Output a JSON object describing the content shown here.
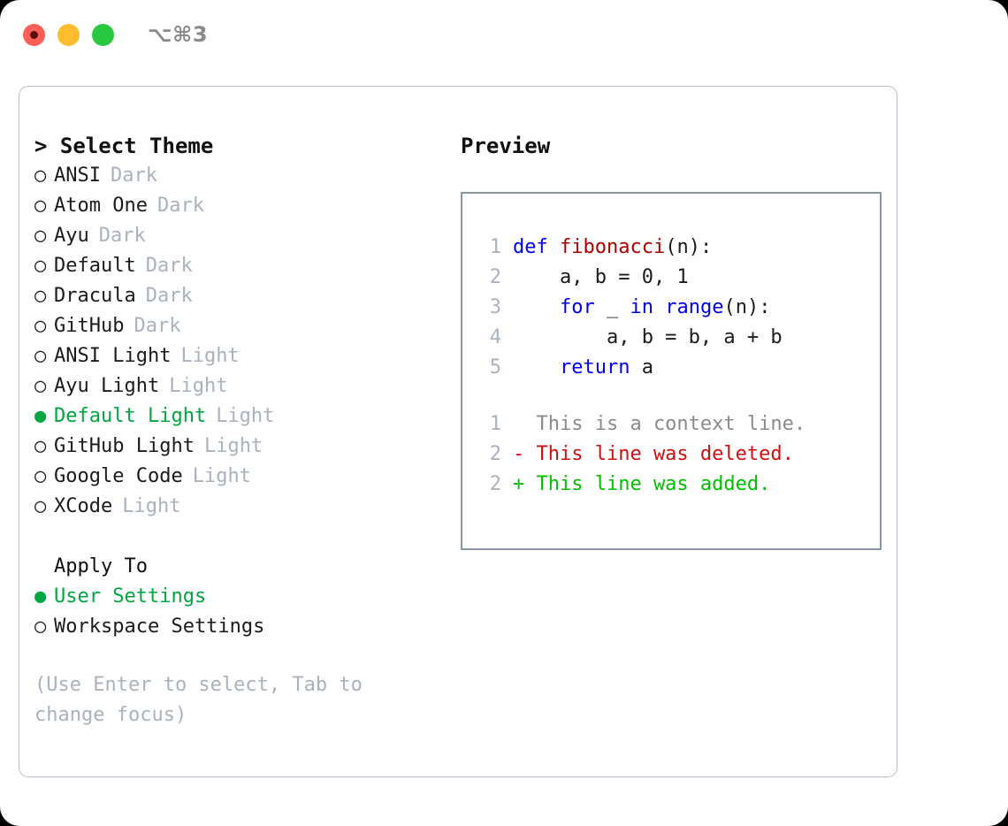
{
  "titlebar": {
    "buttons": [
      {
        "name": "close",
        "color": "#ff5f57",
        "active": true
      },
      {
        "name": "minimize",
        "color": "#ffbd2e",
        "active": false
      },
      {
        "name": "zoom",
        "color": "#28c840",
        "active": false
      }
    ],
    "shortcut": "⌥⌘3"
  },
  "theme_section": {
    "heading": "> Select Theme",
    "items": [
      {
        "marker": "○",
        "label": "ANSI",
        "badge": "Dark",
        "selected": false
      },
      {
        "marker": "○",
        "label": "Atom One",
        "badge": "Dark",
        "selected": false
      },
      {
        "marker": "○",
        "label": "Ayu",
        "badge": "Dark",
        "selected": false
      },
      {
        "marker": "○",
        "label": "Default",
        "badge": "Dark",
        "selected": false
      },
      {
        "marker": "○",
        "label": "Dracula",
        "badge": "Dark",
        "selected": false
      },
      {
        "marker": "○",
        "label": "GitHub",
        "badge": "Dark",
        "selected": false
      },
      {
        "marker": "○",
        "label": "ANSI Light",
        "badge": "Light",
        "selected": false
      },
      {
        "marker": "○",
        "label": "Ayu Light",
        "badge": "Light",
        "selected": false
      },
      {
        "marker": "●",
        "label": "Default Light",
        "badge": "Light",
        "selected": true
      },
      {
        "marker": "○",
        "label": "GitHub Light",
        "badge": "Light",
        "selected": false
      },
      {
        "marker": "○",
        "label": "Google Code",
        "badge": "Light",
        "selected": false
      },
      {
        "marker": "○",
        "label": "XCode",
        "badge": "Light",
        "selected": false
      }
    ]
  },
  "apply_section": {
    "heading": "Apply To",
    "items": [
      {
        "marker": "●",
        "label": "User Settings",
        "selected": true
      },
      {
        "marker": "○",
        "label": "Workspace Settings",
        "selected": false
      }
    ]
  },
  "hint": "(Use Enter to select, Tab to change focus)",
  "preview": {
    "title": "Preview",
    "code_lines": [
      {
        "lineno": "1",
        "tokens": [
          {
            "text": "def ",
            "type": "kw"
          },
          {
            "text": "fibonacci",
            "type": "fn"
          },
          {
            "text": "(n):",
            "type": "pl"
          }
        ]
      },
      {
        "lineno": "2",
        "tokens": [
          {
            "text": "    a, b = 0, 1",
            "type": "pl"
          }
        ]
      },
      {
        "lineno": "3",
        "tokens": [
          {
            "text": "    ",
            "type": "pl"
          },
          {
            "text": "for",
            "type": "kw"
          },
          {
            "text": " _ ",
            "type": "pl"
          },
          {
            "text": "in range",
            "type": "kw"
          },
          {
            "text": "(n):",
            "type": "pl"
          }
        ]
      },
      {
        "lineno": "4",
        "tokens": [
          {
            "text": "        a, b = b, a + b",
            "type": "pl"
          }
        ]
      },
      {
        "lineno": "5",
        "tokens": [
          {
            "text": "    ",
            "type": "pl"
          },
          {
            "text": "return",
            "type": "kw"
          },
          {
            "text": " a",
            "type": "pl"
          }
        ]
      }
    ],
    "diff_lines": [
      {
        "lineno": "1",
        "text": "  This is a context line.",
        "kind": "ctx"
      },
      {
        "lineno": "2",
        "text": "- This line was deleted.",
        "kind": "del"
      },
      {
        "lineno": "2",
        "text": "+ This line was added.",
        "kind": "add"
      }
    ]
  },
  "colors": {
    "accent_green": "#00a63f",
    "muted_gray": "#aab2be",
    "keyword_blue": "#0000ee",
    "function_red": "#aa0000",
    "diff_deleted": "#cc1111",
    "diff_added": "#00bf00",
    "panel_border": "#b3bcc9",
    "preview_border": "#8a95a8"
  }
}
